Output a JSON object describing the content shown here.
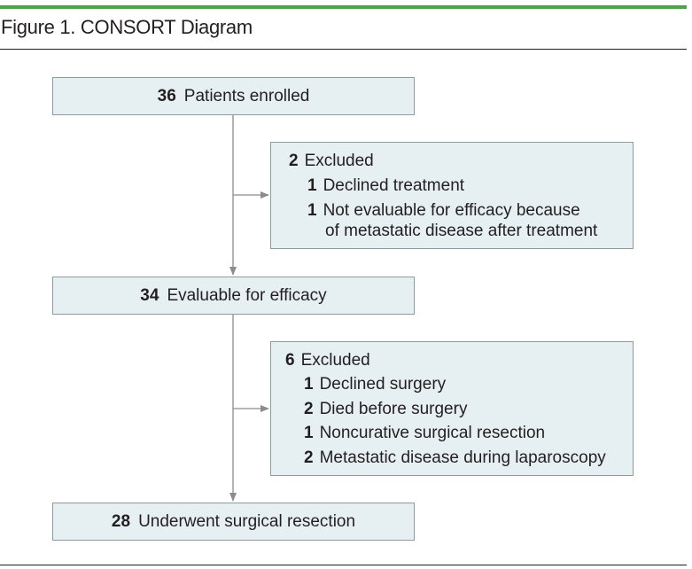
{
  "figure": {
    "title": "Figure 1. CONSORT Diagram"
  },
  "flow": {
    "enrolled": {
      "count": "36",
      "label": "Patients enrolled"
    },
    "exclusion_1": {
      "count": "2",
      "label": "Excluded",
      "reasons": [
        {
          "count": "1",
          "label": "Declined treatment"
        },
        {
          "count": "1",
          "label": "Not evaluable for efficacy because",
          "continuation": "of metastatic disease after treatment"
        }
      ]
    },
    "evaluable": {
      "count": "34",
      "label": "Evaluable for efficacy"
    },
    "exclusion_2": {
      "count": "6",
      "label": "Excluded",
      "reasons": [
        {
          "count": "1",
          "label": "Declined surgery"
        },
        {
          "count": "2",
          "label": "Died before surgery"
        },
        {
          "count": "1",
          "label": "Noncurative surgical resection"
        },
        {
          "count": "2",
          "label": "Metastatic disease during laparoscopy"
        }
      ]
    },
    "resected": {
      "count": "28",
      "label": "Underwent surgical resection"
    }
  },
  "colors": {
    "accent_rule": "#4fa24a",
    "box_fill": "#e6eff1",
    "box_border": "#8f9a9f",
    "arrow": "#8c8c8c"
  }
}
